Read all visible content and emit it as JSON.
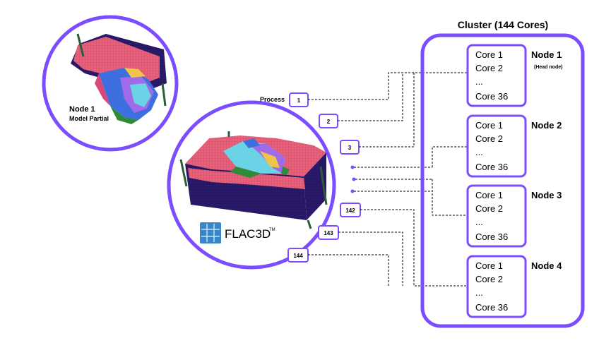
{
  "cluster": {
    "title": "Cluster (144 Cores)",
    "nodes": [
      {
        "label": "Node 1",
        "sublabel": "(Head node)",
        "cores": [
          "Core 1",
          "Core 2",
          "...",
          "Core 36"
        ]
      },
      {
        "label": "Node 2",
        "sublabel": "",
        "cores": [
          "Core 1",
          "Core 2",
          "...",
          "Core 36"
        ]
      },
      {
        "label": "Node 3",
        "sublabel": "",
        "cores": [
          "Core 1",
          "Core 2",
          "...",
          "Core 36"
        ]
      },
      {
        "label": "Node 4",
        "sublabel": "",
        "cores": [
          "Core 1",
          "Core 2",
          "...",
          "Core 36"
        ]
      }
    ]
  },
  "process": {
    "label": "Process",
    "ids": [
      "1",
      "2",
      "3",
      "142",
      "143",
      "144"
    ]
  },
  "partial": {
    "node_label": "Node 1",
    "caption": "Model Partial"
  },
  "software": {
    "name": "FLAC3D",
    "trademark": "TM"
  },
  "colors": {
    "accent": "#7b4dff",
    "mesh_pink": "#e8607a",
    "mesh_dark": "#2a1a6e",
    "connector": "#000000"
  }
}
